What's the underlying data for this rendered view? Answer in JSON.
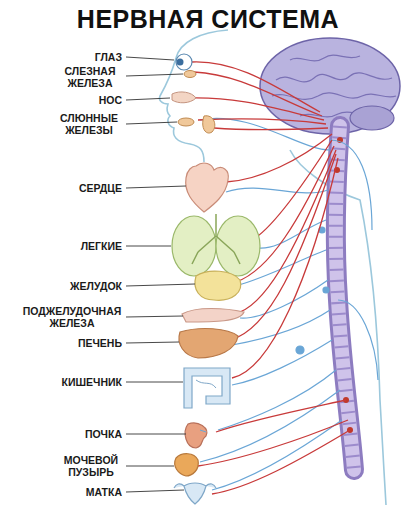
{
  "diagram": {
    "title": "НЕРВНАЯ СИСТЕМА",
    "labels": [
      "ГЛАЗ",
      "СЛЕЗНАЯ ЖЕЛЕЗА",
      "НОС",
      "СЛЮННЫЕ ЖЕЛЕЗЫ",
      "СЕРДЦЕ",
      "ЛЕГКИЕ",
      "ЖЕЛУДОК",
      "ПОДЖЕЛУДОЧНАЯ ЖЕЛЕЗА",
      "ПЕЧЕНЬ",
      "КИШЕЧНИК",
      "ПОЧКА",
      "МОЧЕВОЙ ПУЗЫРЬ",
      "МАТКА"
    ]
  }
}
